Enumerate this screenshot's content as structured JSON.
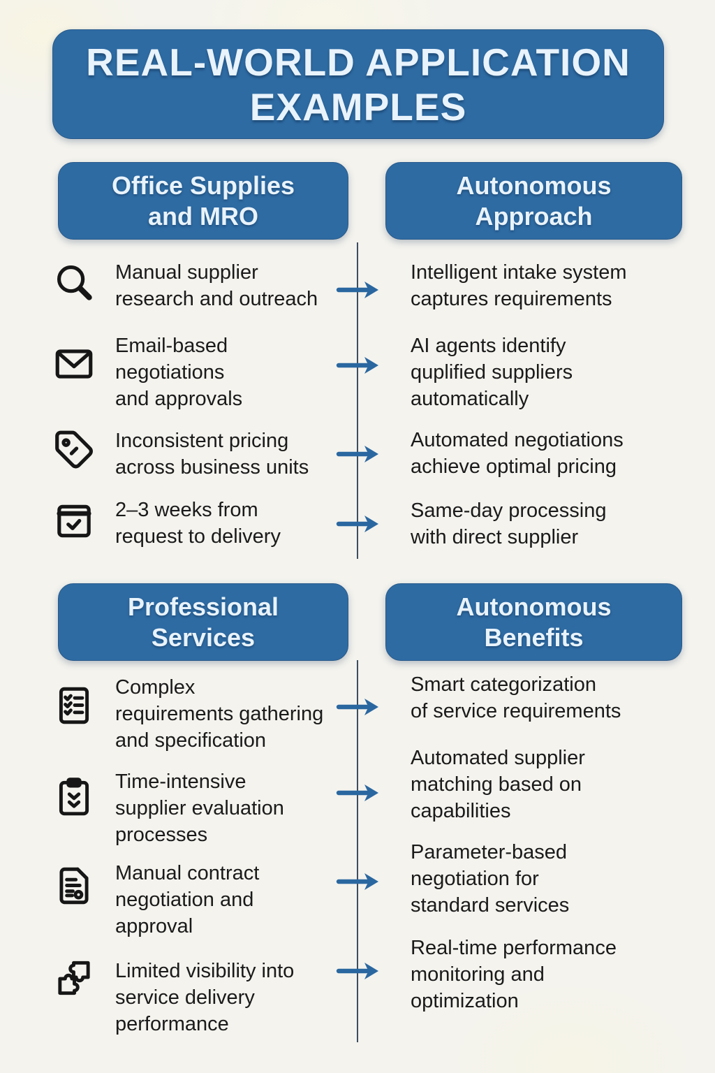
{
  "title": "REAL-WORLD APPLICATION\nEXAMPLES",
  "colors": {
    "background": "#f4f3ee",
    "accent_blue": "#2e6ba3",
    "header_text": "#e9f3fb",
    "body_text": "#1a1a1a",
    "arrow_blue": "#2a67a0",
    "divider": "#3d4e61"
  },
  "sections": [
    {
      "left_header": "Office Supplies\nand MRO",
      "right_header": "Autonomous\nApproach",
      "left_items": [
        {
          "icon": "search-icon",
          "text": "Manual supplier\nresearch and outreach"
        },
        {
          "icon": "mail-icon",
          "text": "Email-based\nnegotiations\nand approvals"
        },
        {
          "icon": "price-tag-icon",
          "text": "Inconsistent pricing\nacross business units"
        },
        {
          "icon": "calendar-check-icon",
          "text": "2–3 weeks from\nrequest to delivery"
        }
      ],
      "right_items": [
        {
          "text": "Intelligent intake system\ncaptures requirements"
        },
        {
          "text": "AI agents identify\nquplified suppliers\nautomatically"
        },
        {
          "text": "Automated negotiations\nachieve optimal pricing"
        },
        {
          "text": "Same-day processing\nwith direct supplier"
        }
      ]
    },
    {
      "left_header": "Professional\nServices",
      "right_header": "Autonomous\nBenefits",
      "left_items": [
        {
          "icon": "checklist-icon",
          "text": "Complex\nrequirements gathering\nand specification"
        },
        {
          "icon": "clipboard-icon",
          "text": "Time-intensive\nsupplier evaluation\nprocesses"
        },
        {
          "icon": "contract-document-icon",
          "text": "Manual contract\nnegotiation and\napproval"
        },
        {
          "icon": "puzzle-icon",
          "text": "Limited visibility into\nservice delivery\nperformance"
        }
      ],
      "right_items": [
        {
          "text": "Smart categorization\nof service requirements"
        },
        {
          "text": "Automated supplier\nmatching based on\ncapabilities"
        },
        {
          "text": "Parameter-based\nnegotiation for\nstandard services"
        },
        {
          "text": "Real-time performance\nmonitoring and\noptimization"
        }
      ]
    }
  ]
}
